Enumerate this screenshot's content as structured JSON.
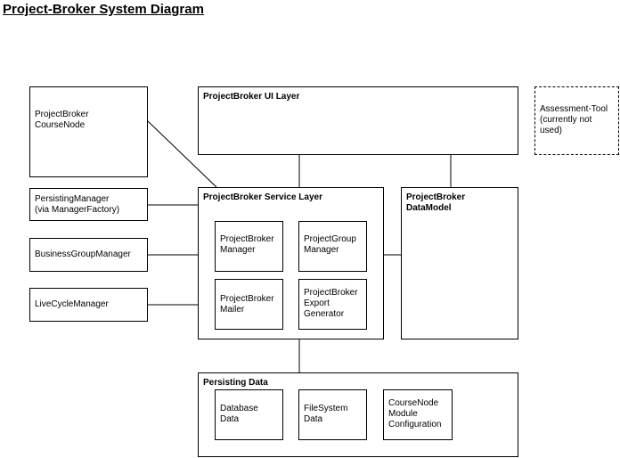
{
  "title": "Project-Broker System Diagram",
  "nodes": {
    "course_node": "ProjectBroker\nCourseNode",
    "ui_layer": "ProjectBroker UI Layer",
    "assessment_tool": "Assessment-Tool\n(currently not\nused)",
    "persisting_manager": "PersistingManager\n(via ManagerFactory)",
    "service_layer": "ProjectBroker Service Layer",
    "data_model": "ProjectBroker\nDataModel",
    "business_group_manager": "BusinessGroupManager",
    "live_cycle_manager": "LiveCycleManager",
    "pb_manager": "ProjectBroker\nManager",
    "project_group_manager": "ProjectGroup\nManager",
    "pb_mailer": "ProjectBroker\nMailer",
    "pb_export_generator": "ProjectBroker\nExport\nGenerator",
    "persisting_data": "Persisting Data",
    "database_data": "Database\nData",
    "filesystem_data": "FileSystem\nData",
    "coursenode_module_config": "CourseNode\nModule\nConfiguration"
  }
}
